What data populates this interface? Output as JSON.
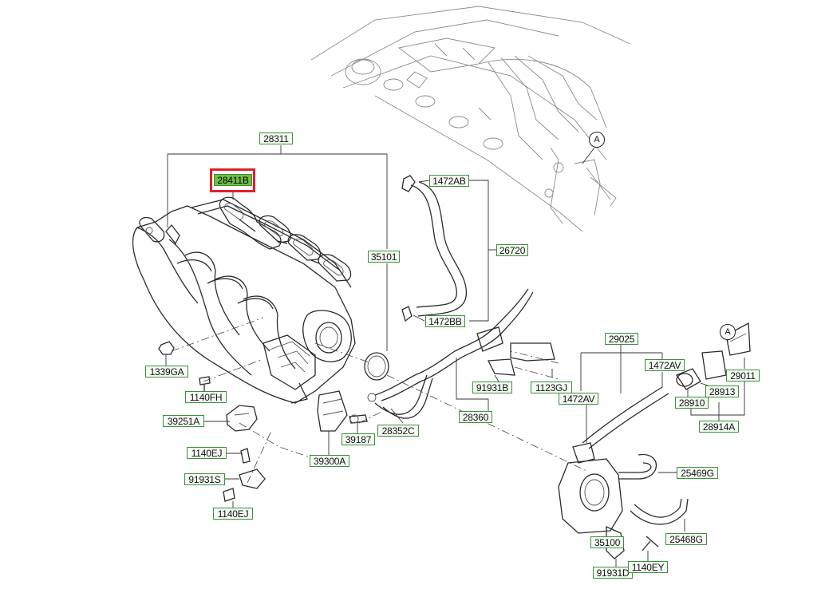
{
  "labels": {
    "p28311": "28311",
    "p28411b": "28411B",
    "p35101": "35101",
    "p1472ab": "1472AB",
    "p26720": "26720",
    "p1472bb": "1472BB",
    "p1339ga": "1339GA",
    "p1140fh": "1140FH",
    "p39251a": "39251A",
    "p1140ej_top": "1140EJ",
    "p91931s": "91931S",
    "p1140ej_bot": "1140EJ",
    "p39187": "39187",
    "p39300a": "39300A",
    "p28352c": "28352C",
    "p28360": "28360",
    "p91931b": "91931B",
    "p1123gj": "1123GJ",
    "p29025": "29025",
    "p1472av_top": "1472AV",
    "p1472av_mid": "1472AV",
    "p29011": "29011",
    "p28913": "28913",
    "p28910": "28910",
    "p28914a": "28914A",
    "p25469g": "25469G",
    "p25468g": "25468G",
    "p35100": "35100",
    "p91931d": "91931D",
    "p1140ey": "1140EY"
  },
  "callouts": {
    "view_a_engine": "A",
    "view_a_bracket": "A"
  },
  "highlighted_part": "28411B",
  "colors": {
    "label_border": "#3f8f3f",
    "label_fill": "#f4fbf2",
    "highlight_fill": "#6fbf3f",
    "highlight_frame": "#e0202a"
  }
}
